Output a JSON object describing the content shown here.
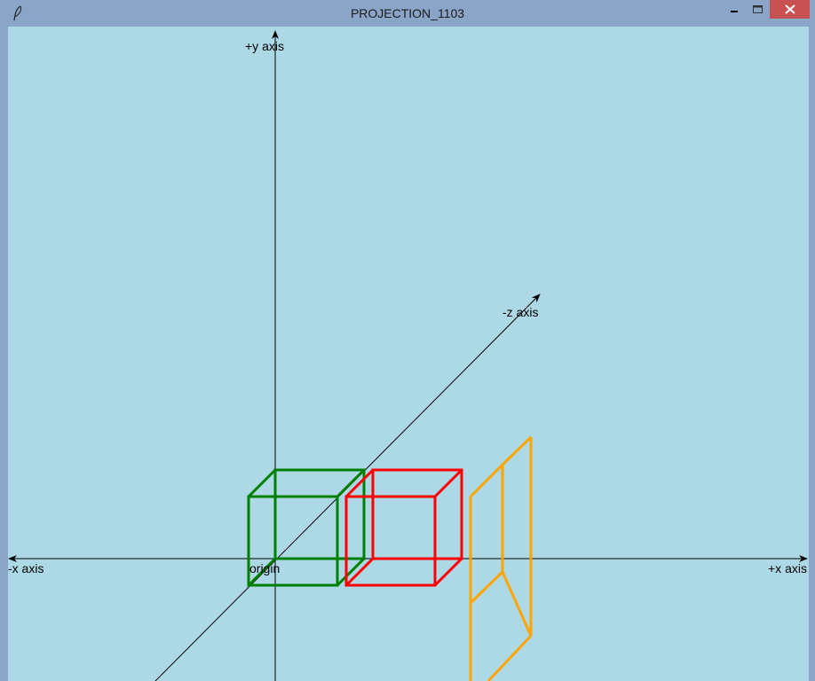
{
  "window": {
    "title": "PROJECTION_1103"
  },
  "canvas": {
    "background": "#add8e6",
    "axes": {
      "y_label": "+y axis",
      "neg_z_label": "-z axis",
      "neg_x_label": "-x axis",
      "pos_x_label": "+x axis",
      "origin_label": "origin"
    },
    "shapes": [
      {
        "name": "green-cube",
        "color": "#008000"
      },
      {
        "name": "red-cube",
        "color": "#ff0000"
      },
      {
        "name": "orange-shape",
        "color": "#ffa500"
      }
    ]
  },
  "icons": {
    "app": "feather-icon",
    "minimize": "minimize-icon",
    "maximize": "maximize-icon",
    "close": "close-icon"
  }
}
